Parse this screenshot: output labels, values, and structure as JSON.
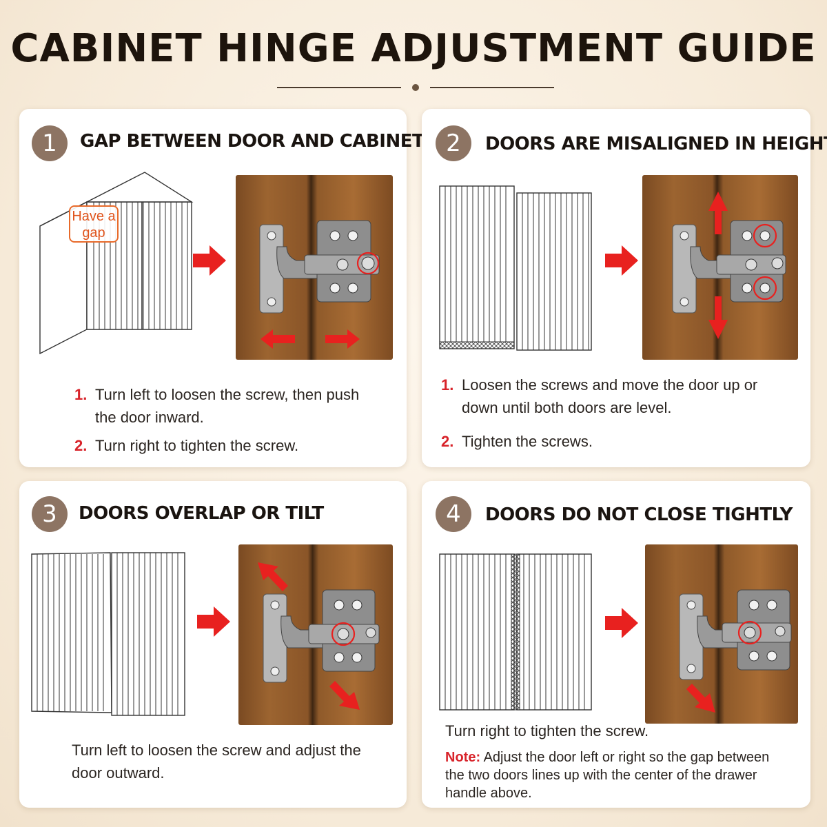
{
  "title": "CABINET HINGE ADJUSTMENT GUIDE",
  "sections": [
    {
      "number": "1",
      "heading": "GAP BETWEEN DOOR AND CABINET",
      "callout_line1": "Have a",
      "callout_line2": "gap",
      "steps": [
        {
          "num": "1.",
          "text": "Turn left to loosen the screw, then push the door inward."
        },
        {
          "num": "2.",
          "text": "Turn right to tighten the screw."
        }
      ]
    },
    {
      "number": "2",
      "heading": "DOORS ARE MISALIGNED IN HEIGHT",
      "steps": [
        {
          "num": "1.",
          "text": "Loosen the screws and move the door up or down until both doors are level."
        },
        {
          "num": "2.",
          "text": "Tighten the screws."
        }
      ]
    },
    {
      "number": "3",
      "heading": "DOORS OVERLAP OR TILT",
      "instruction": "Turn left to loosen the screw and adjust the door outward."
    },
    {
      "number": "4",
      "heading": "DOORS DO NOT CLOSE TIGHTLY",
      "instruction": "Turn right to tighten the screw.",
      "note_label": "Note:",
      "note_text": "Adjust the door left or right so the gap between the two doors lines up with the center of the drawer handle above."
    }
  ],
  "colors": {
    "accent_red": "#e8211f",
    "badge": "#8d7463",
    "wood": "#9c6430"
  }
}
